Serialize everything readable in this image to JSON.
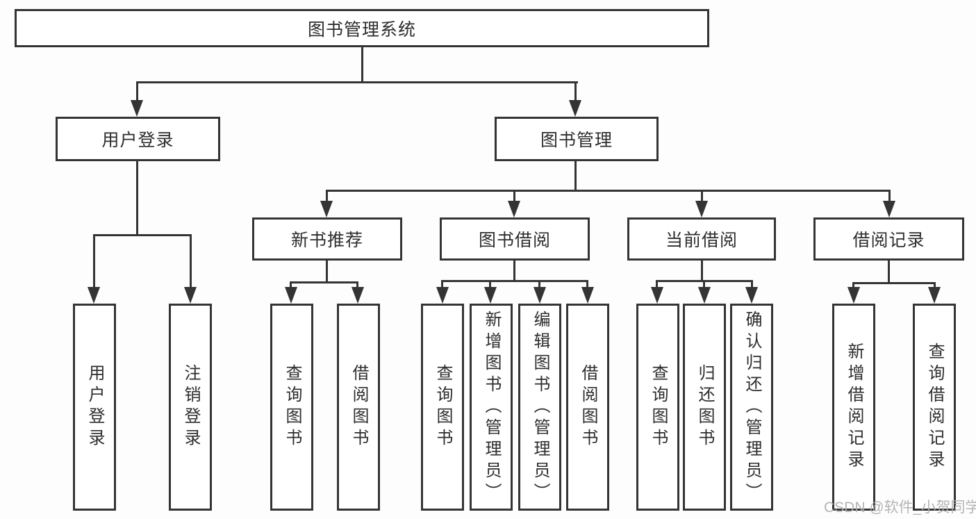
{
  "diagram": {
    "tree": {
      "label": "图书管理系统",
      "children": [
        {
          "label": "用户登录",
          "children": [
            {
              "label": "用户登录"
            },
            {
              "label": "注销登录"
            }
          ]
        },
        {
          "label": "图书管理",
          "children": [
            {
              "label": "新书推荐",
              "children": [
                {
                  "label": "查询图书"
                },
                {
                  "label": "借阅图书"
                }
              ]
            },
            {
              "label": "图书借阅",
              "children": [
                {
                  "label": "查询图书"
                },
                {
                  "label": "新增图书（管理员）"
                },
                {
                  "label": "编辑图书（管理员）"
                },
                {
                  "label": "借阅图书"
                }
              ]
            },
            {
              "label": "当前借阅",
              "children": [
                {
                  "label": "查询图书"
                },
                {
                  "label": "归还图书"
                },
                {
                  "label": "确认归还（管理员）"
                }
              ]
            },
            {
              "label": "借阅记录",
              "children": [
                {
                  "label": "新增借阅记录"
                },
                {
                  "label": "查询借阅记录"
                }
              ]
            }
          ]
        }
      ]
    },
    "colors": {
      "line": "#343434",
      "box_background": "#ffffff",
      "watermark": "#b0b0b0"
    }
  },
  "watermark": {
    "text": "CSDN @软件_小贺同学"
  }
}
